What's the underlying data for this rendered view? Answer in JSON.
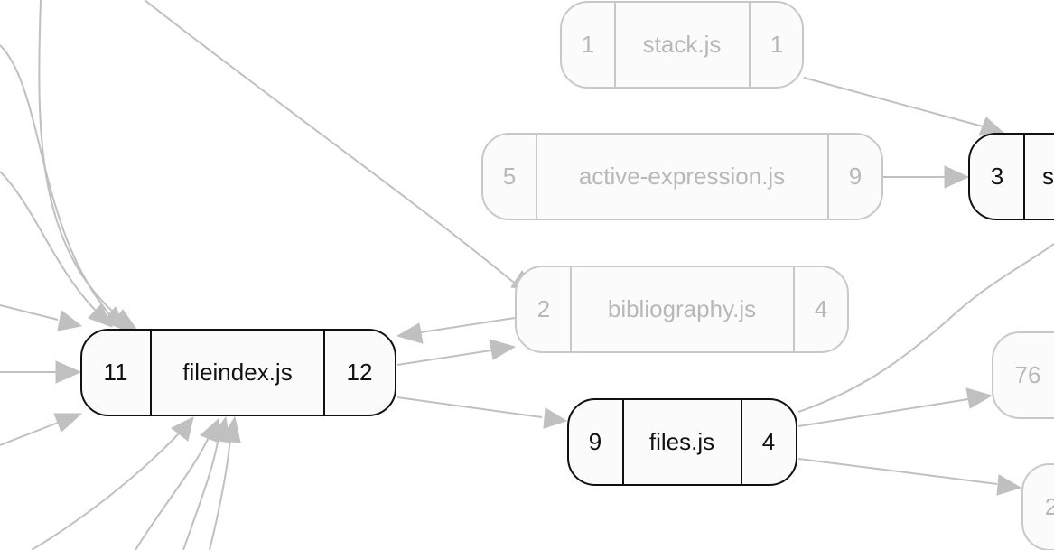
{
  "nodes": {
    "stack": {
      "left": "1",
      "name": "stack.js",
      "right": "1",
      "state": "faded"
    },
    "active_expression": {
      "left": "5",
      "name": "active-expression.js",
      "right": "9",
      "state": "faded"
    },
    "s_partial": {
      "left": "3",
      "name": "s",
      "right": "",
      "state": "active"
    },
    "bibliography": {
      "left": "2",
      "name": "bibliography.js",
      "right": "4",
      "state": "faded"
    },
    "fileindex": {
      "left": "11",
      "name": "fileindex.js",
      "right": "12",
      "state": "active"
    },
    "files": {
      "left": "9",
      "name": "files.js",
      "right": "4",
      "state": "active"
    },
    "n76_partial": {
      "left": "76",
      "name": "",
      "right": "",
      "state": "faded"
    },
    "n2_partial": {
      "left": "2",
      "name": "",
      "right": "",
      "state": "faded"
    }
  },
  "colors": {
    "edge": "#c0c0c0",
    "faded_border": "#c8c8c8",
    "faded_text": "#b8b8b8",
    "active_border": "#111111",
    "node_fill": "#fbfbfb"
  }
}
